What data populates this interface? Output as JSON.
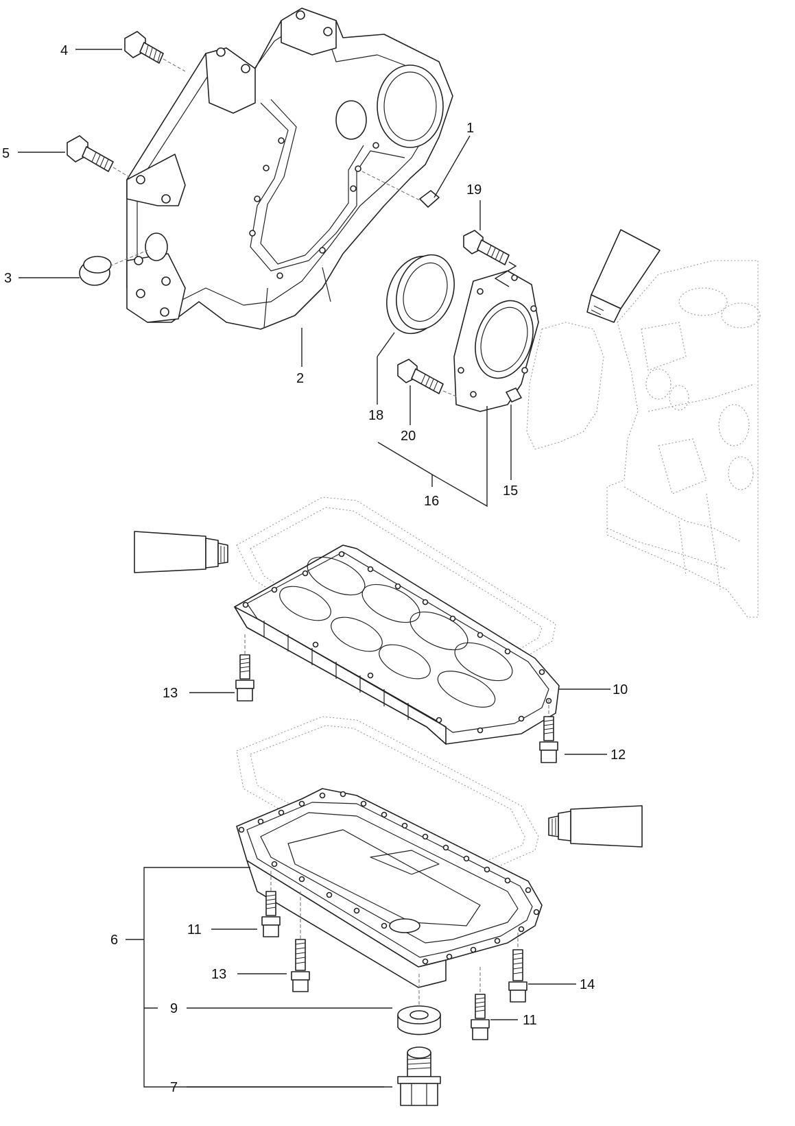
{
  "callouts": {
    "c1": "1",
    "c2": "2",
    "c3": "3",
    "c4": "4",
    "c5": "5",
    "c6": "6",
    "c7": "7",
    "c9": "9",
    "c10": "10",
    "c11a": "11",
    "c11b": "11",
    "c12": "12",
    "c13a": "13",
    "c13b": "13",
    "c14": "14",
    "c15": "15",
    "c16": "16",
    "c18": "18",
    "c19": "19",
    "c20": "20"
  }
}
